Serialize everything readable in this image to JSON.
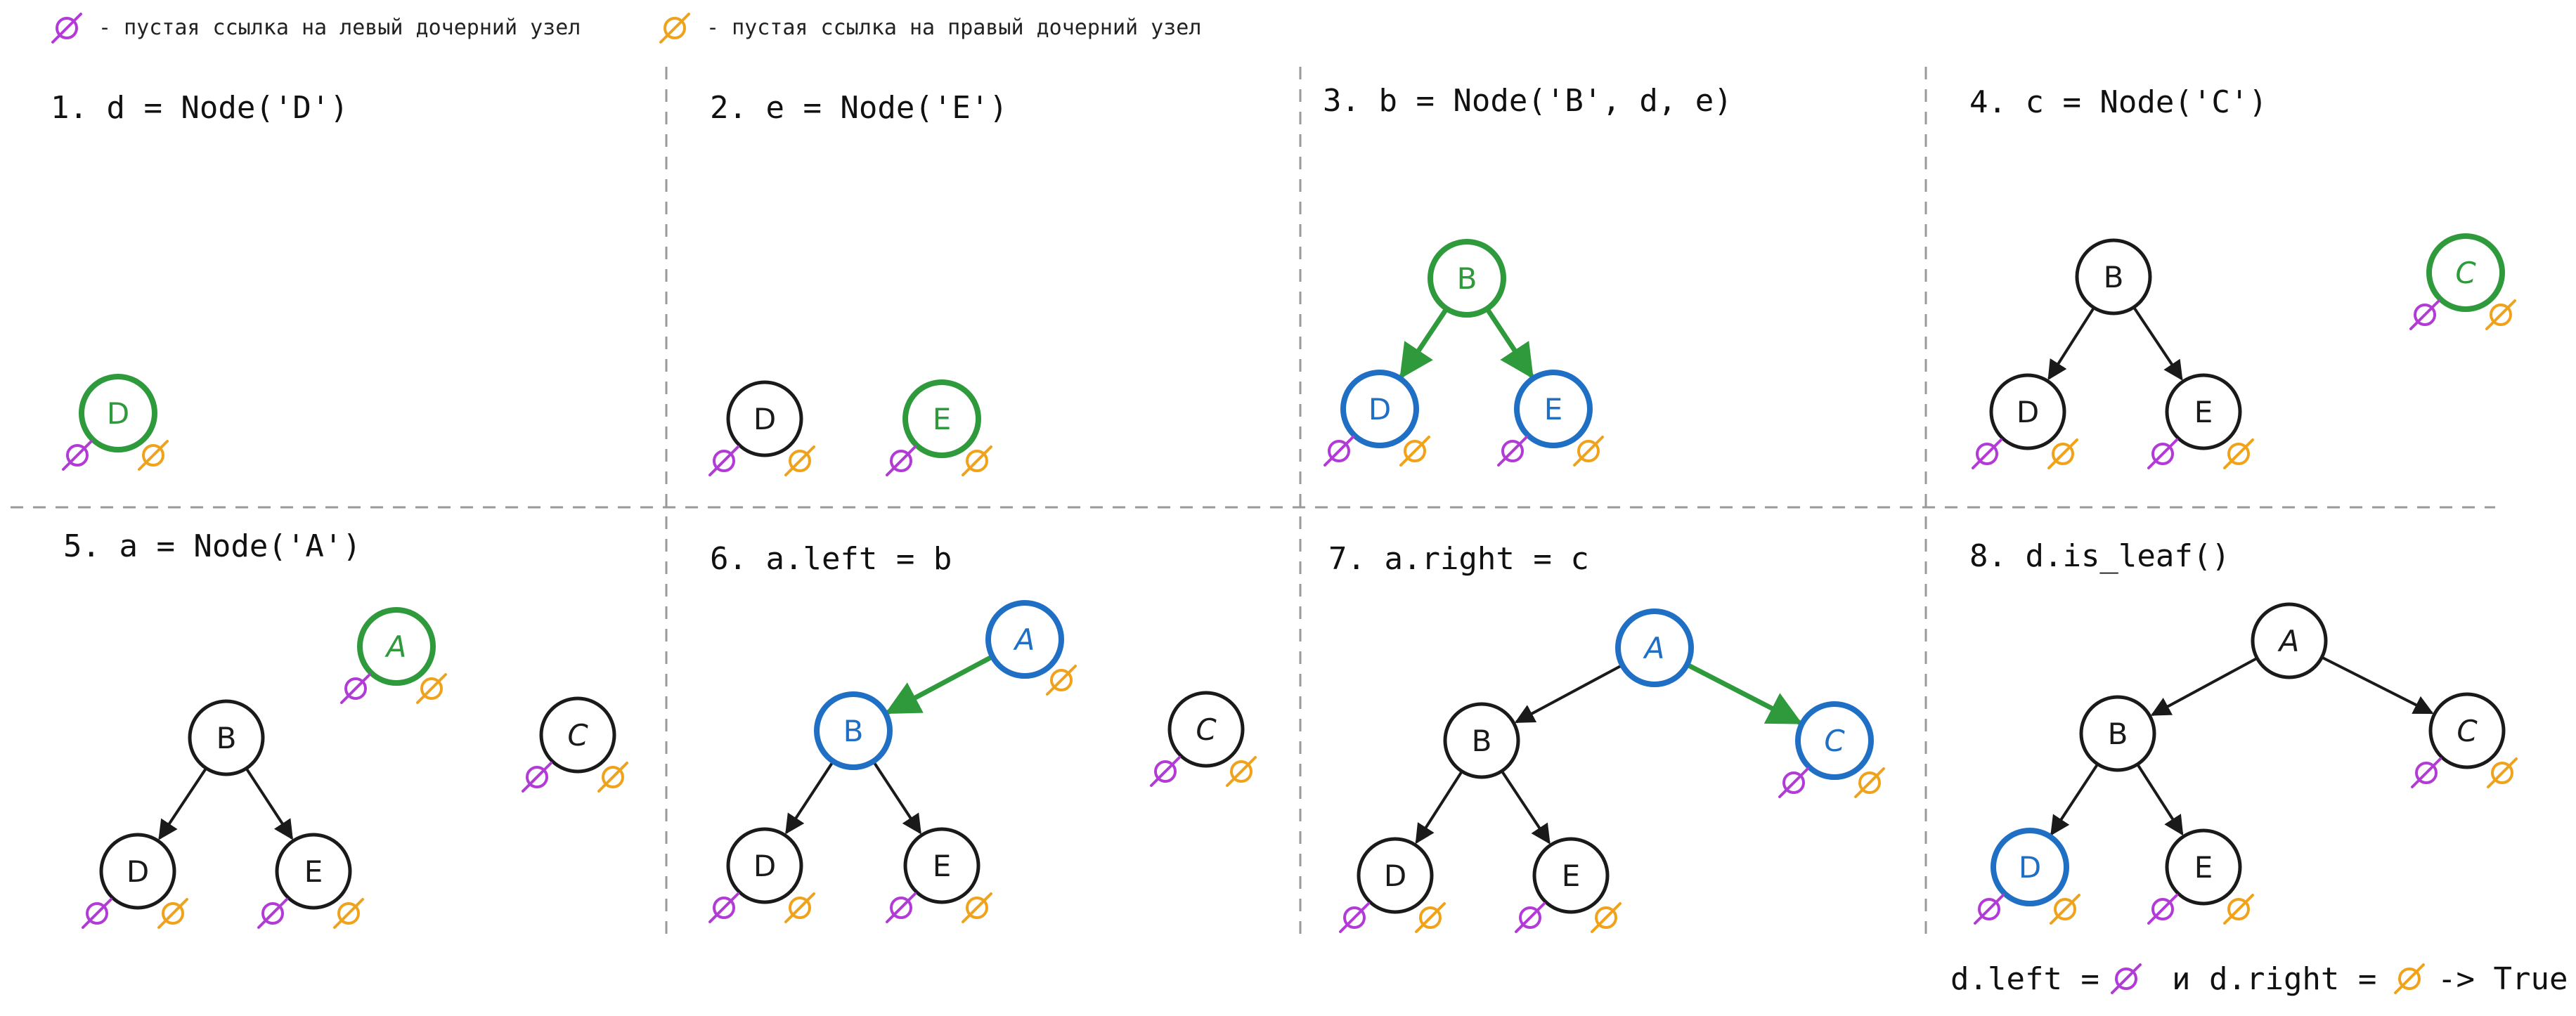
{
  "legend": {
    "left_null_text": "- пустая ссылка на левый дочерний узел",
    "right_null_text": "- пустая ссылка на правый дочерний узел",
    "left_null_color": "#b23ad6",
    "right_null_color": "#f0a21a",
    "null_symbol": "∅"
  },
  "colors": {
    "new_node": "#2f9a3c",
    "affected_node": "#1f6fc4",
    "normal_node": "#1a1a1a",
    "new_edge": "#2f9a3c",
    "normal_edge": "#1a1a1a",
    "panel_divider": "#9a9a9a"
  },
  "panels": [
    {
      "step": "1. d = Node('D')"
    },
    {
      "step": "2. e = Node('E')"
    },
    {
      "step": "3. b = Node('B', d, e)"
    },
    {
      "step": "4. c = Node('C')"
    },
    {
      "step": "5. a = Node('A')"
    },
    {
      "step": "6. a.left = b"
    },
    {
      "step": "7. a.right = c"
    },
    {
      "step": "8. d.is_leaf()"
    }
  ],
  "bottom_note": {
    "part1": "d.left =",
    "part2": "и d.right =",
    "part3": "-> True"
  }
}
